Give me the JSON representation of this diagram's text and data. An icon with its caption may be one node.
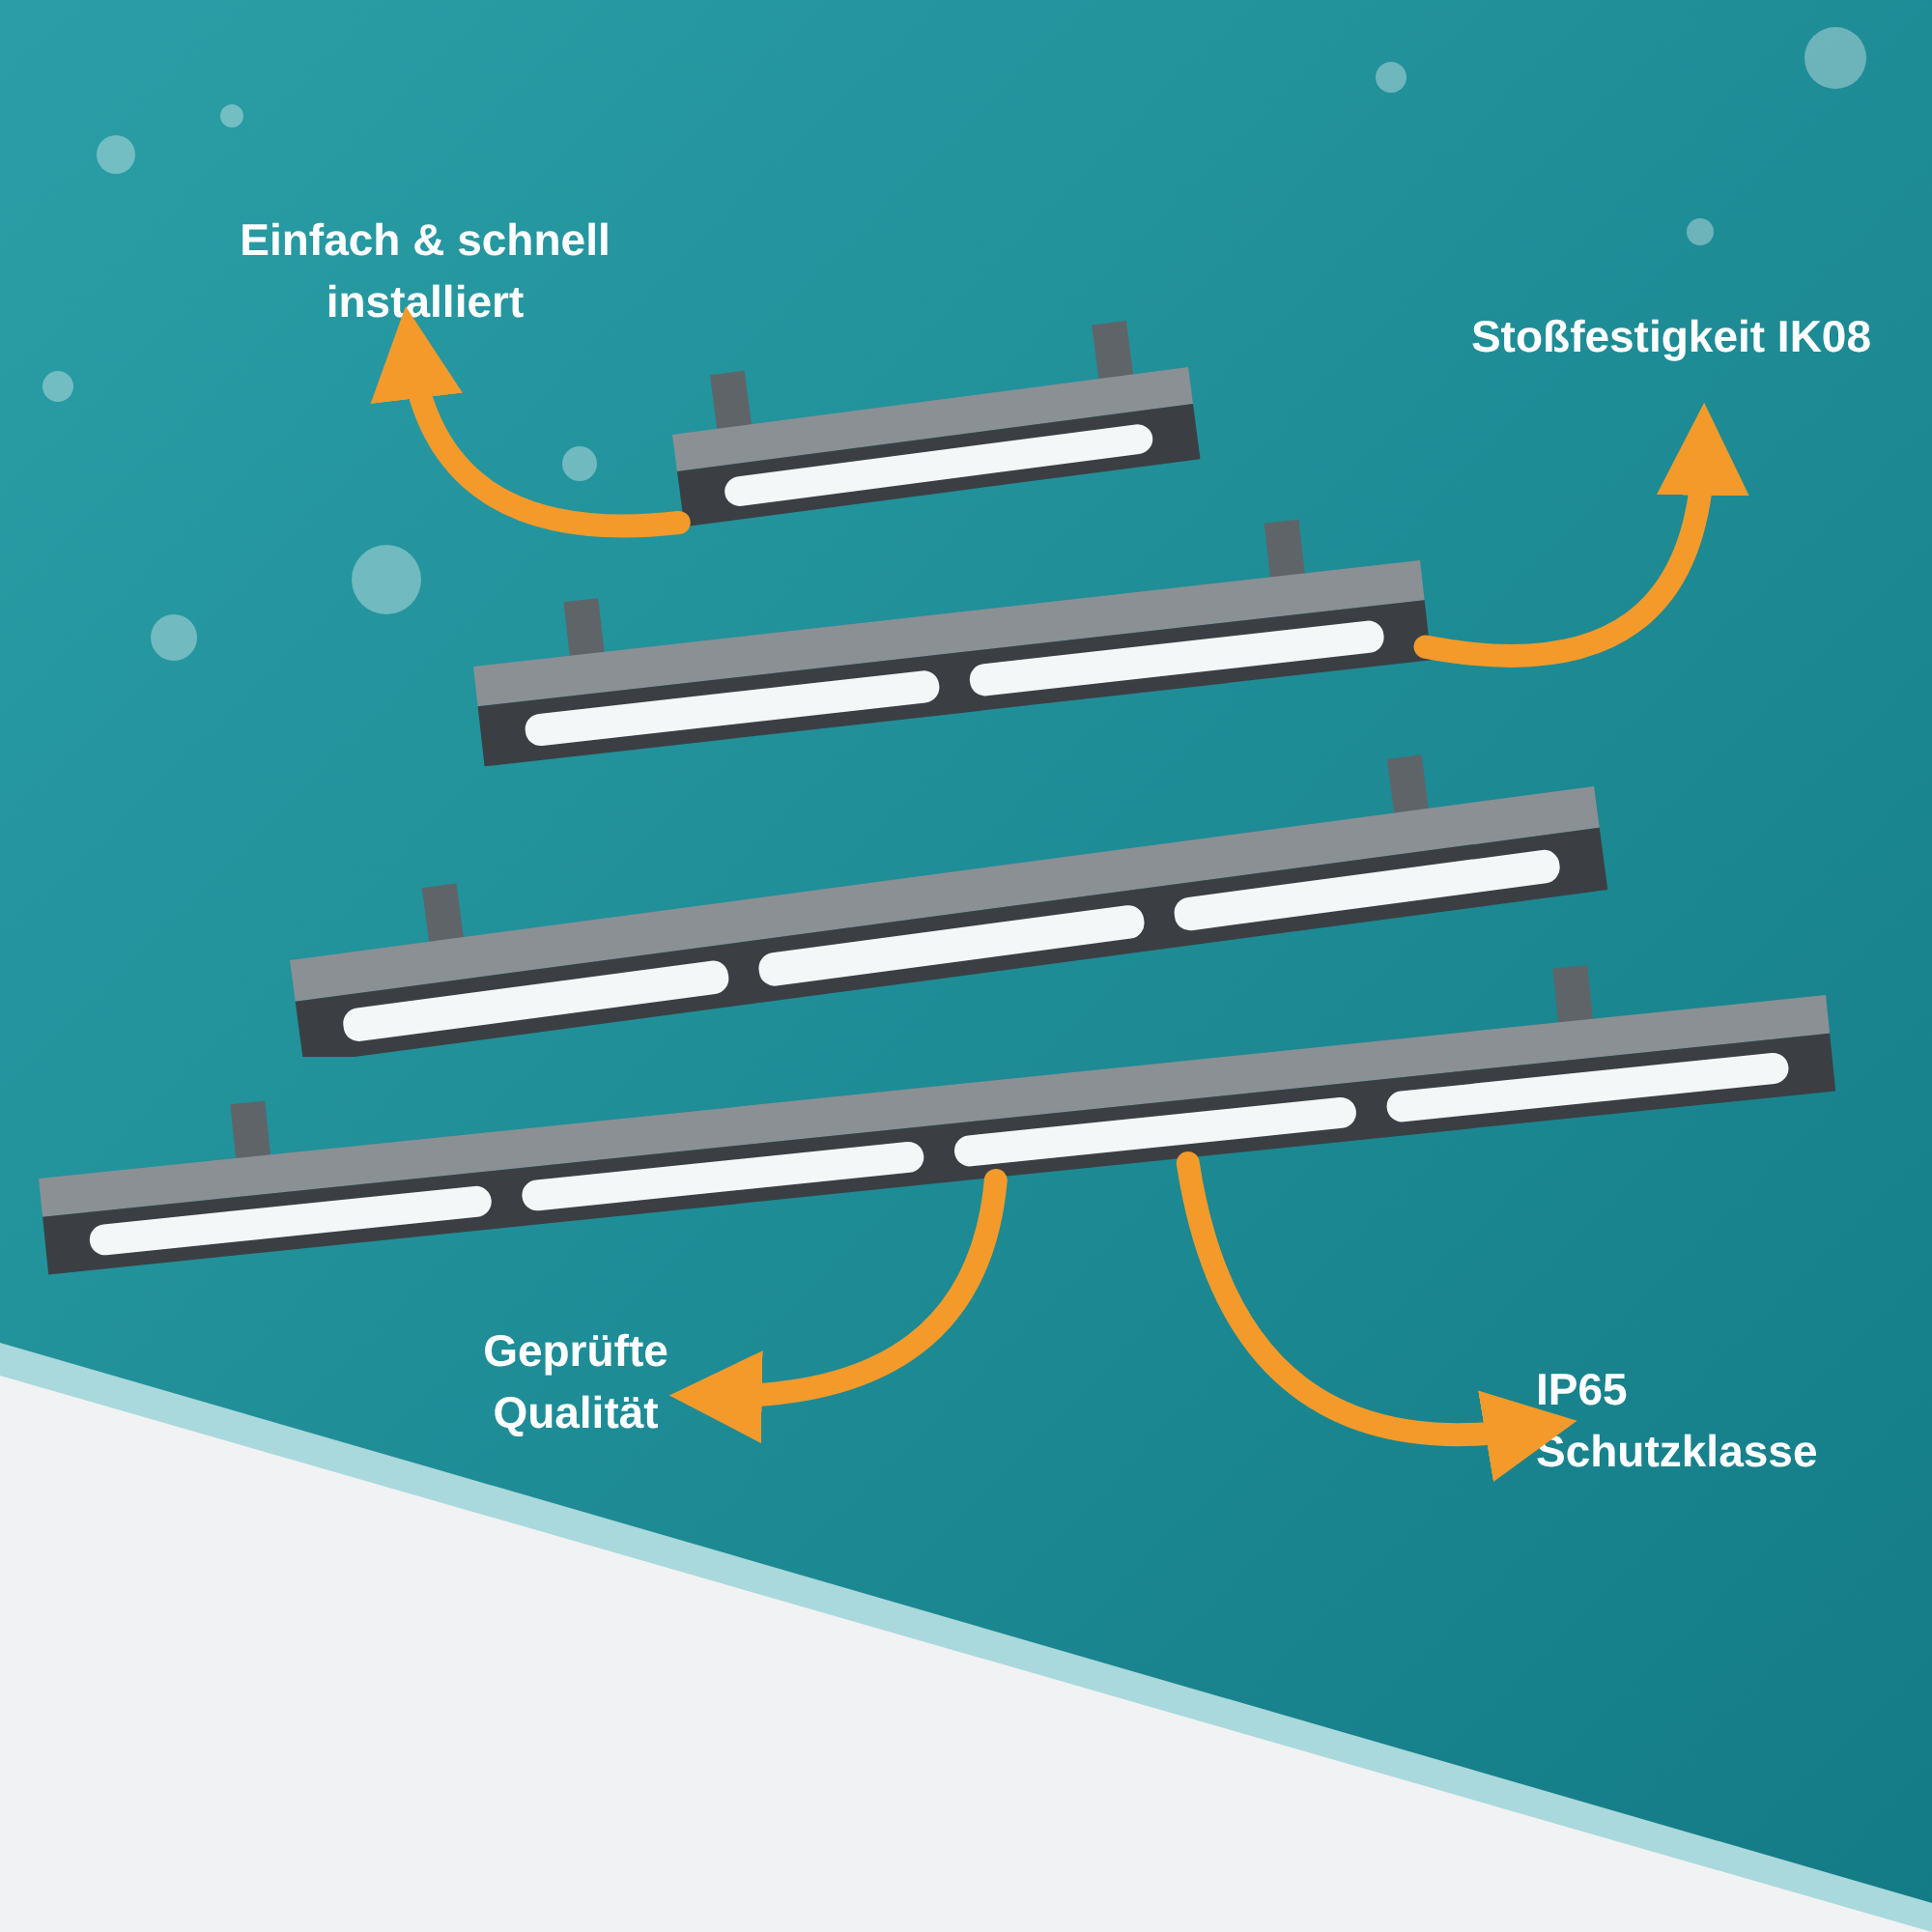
{
  "diagram": {
    "nodes": [
      {
        "text": [
          "Einfach & schnell installiert"
        ]
      },
      {
        "text": [],
        "shape": "picture"
      },
      {
        "text": [
          "Stoßfestigkeit IK08"
        ]
      },
      {
        "text": [],
        "shape": "picture"
      },
      {
        "text": [],
        "shape": "picture"
      },
      {
        "text": [],
        "shape": "picture"
      },
      {
        "text": [
          "Geprüfte Qualität"
        ]
      },
      {
        "text": [
          "IP65 Schutzklasse"
        ]
      }
    ],
    "edges": [
      {
        "from": 1,
        "to": 0,
        "arrow": "to"
      },
      {
        "from": 3,
        "to": 2,
        "arrow": "to"
      },
      {
        "from": 5,
        "to": 6,
        "arrow": "to"
      },
      {
        "from": 5,
        "to": 7,
        "arrow": "to"
      }
    ]
  }
}
